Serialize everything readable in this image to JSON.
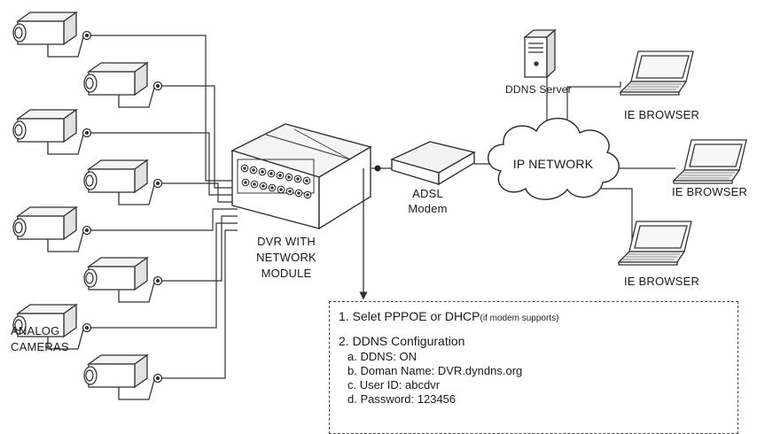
{
  "labels": {
    "cameras": "ANALOG\nCAMERAS",
    "dvr": "DVR WITH\nNETWORK\nMODULE",
    "modem_1": "ADSL",
    "modem_2": "Modem",
    "network": "IP NETWORK",
    "ddns_server": "DDNS Server",
    "browser_1": "IE BROWSER",
    "browser_2": "IE BROWSER",
    "browser_3": "IE BROWSER"
  },
  "config": {
    "step1": "1. Selet PPPOE or DHCP",
    "step1_note": "(if modem supports)",
    "step2": "2. DDNS Configuration",
    "items": [
      "a. DDNS: ON",
      "b. Doman Name: DVR.dyndns.org",
      "c. User ID: abcdvr",
      "d. Password: 123456"
    ]
  },
  "colors": {
    "line": "#333333",
    "fill": "#ffffff",
    "text": "#1a1a1a"
  }
}
